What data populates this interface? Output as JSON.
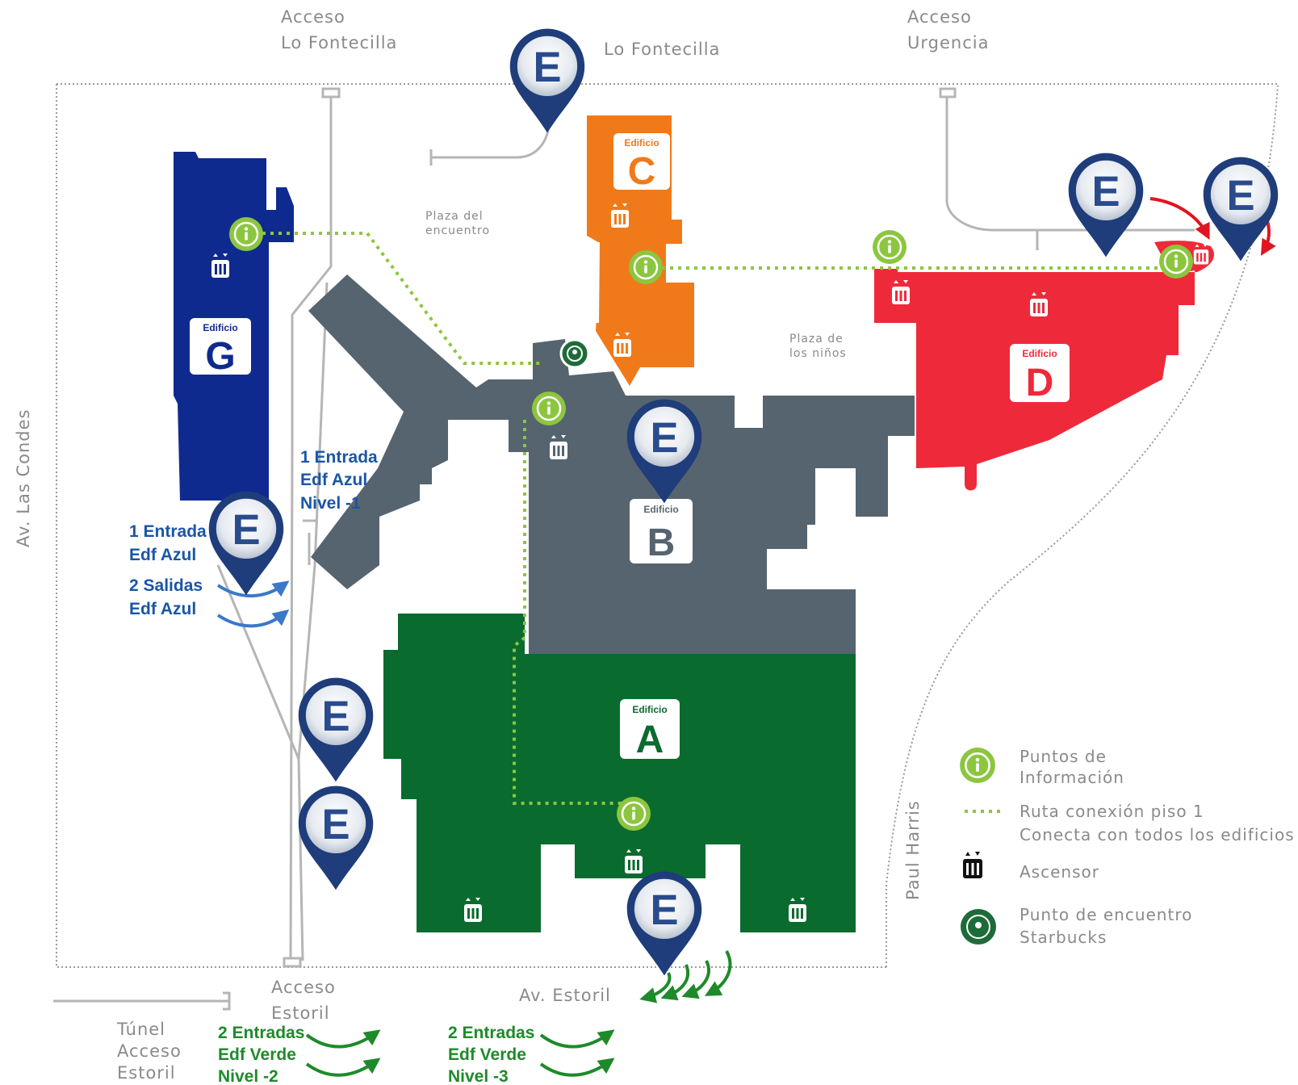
{
  "streets": {
    "acceso_lo_fontecilla_1": "Acceso",
    "acceso_lo_fontecilla_2": "Lo Fontecilla",
    "lo_fontecilla": "Lo Fontecilla",
    "acceso_urgencia_1": "Acceso",
    "acceso_urgencia_2": "Urgencia",
    "av_las_condes": "Av. Las Condes",
    "paul_harris": "Paul Harris",
    "acceso_estoril_1": "Acceso",
    "acceso_estoril_2": "Estoril",
    "av_estoril": "Av. Estoril",
    "tunel_1": "Túnel",
    "tunel_2": "Acceso",
    "tunel_3": "Estoril"
  },
  "plazas": {
    "encuentro_1": "Plaza del",
    "encuentro_2": "encuentro",
    "ninos_1": "Plaza de",
    "ninos_2": "los niños"
  },
  "buildings": {
    "edificio_word": "Edificio",
    "a": {
      "letter": "A",
      "color": "#0a6b2e"
    },
    "b": {
      "letter": "B",
      "color": "#56646f"
    },
    "c": {
      "letter": "C",
      "color": "#f07a1a"
    },
    "d": {
      "letter": "D",
      "color": "#ee2a3a"
    },
    "g": {
      "letter": "G",
      "color": "#0f2a8f"
    }
  },
  "parking_marker_letter": "E",
  "annotations": {
    "blue_entry_top_1": "1 Entrada",
    "blue_entry_top_2": "Edf Azul",
    "blue_entry_top_3": "Nivel -1",
    "blue_entry_left_1": "1 Entrada",
    "blue_entry_left_2": "Edf Azul",
    "blue_exit_1": "2 Salidas",
    "blue_exit_2": "Edf Azul",
    "green_left_1": "2 Entradas",
    "green_left_2": "Edf Verde",
    "green_left_3": "Nivel -2",
    "green_right_1": "2 Entradas",
    "green_right_2": "Edf Verde",
    "green_right_3": "Nivel -3"
  },
  "legend": {
    "info_1": "Puntos de",
    "info_2": "Información",
    "route_1": "Ruta conexión piso 1",
    "route_2": "Conecta con todos los edificios",
    "elevator": "Ascensor",
    "meeting_1": "Punto de encuentro",
    "meeting_2": "Starbucks"
  },
  "colors": {
    "info_green": "#8cc63f",
    "route_green": "#8cc63f",
    "pin_blue": "#1e3d7a",
    "annotation_blue": "#1a56a6",
    "annotation_green": "#1e8a2a"
  }
}
